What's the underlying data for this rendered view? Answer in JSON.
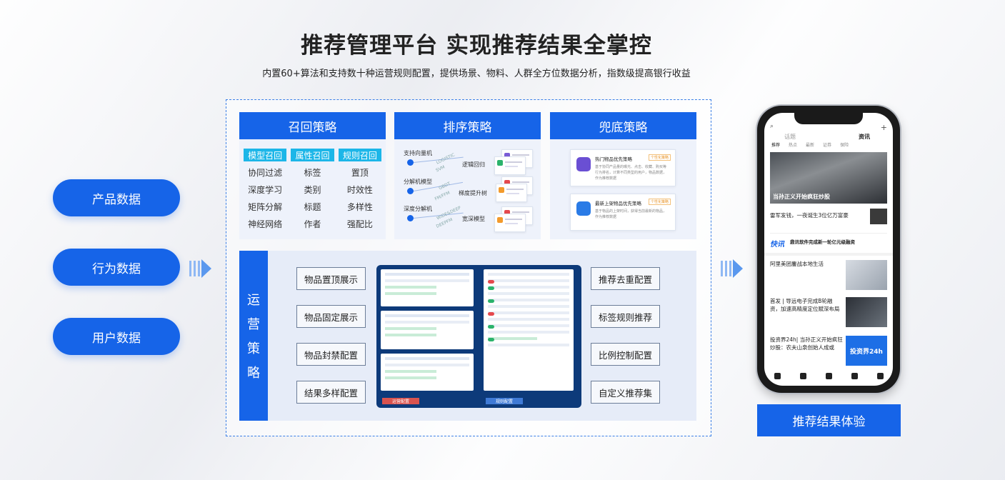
{
  "header": {
    "title": "推荐管理平台 实现推荐结果全掌控",
    "subtitle": "内置60+算法和支持数十种运营规则配置，提供场景、物料、人群全方位数据分析，指数级提高银行收益"
  },
  "data_sources": [
    "产品数据",
    "行为数据",
    "用户数据"
  ],
  "strategies": {
    "recall": {
      "title": "召回策略",
      "items": [
        "模型召回",
        "属性召回",
        "规则召回",
        "协同过滤",
        "标签",
        "置顶",
        "深度学习",
        "类别",
        "时效性",
        "矩阵分解",
        "标题",
        "多样性",
        "神经网络",
        "作者",
        "强配比"
      ],
      "highlighted_count": 3
    },
    "ranking": {
      "title": "排序策略",
      "left_labels": [
        "支持向量机",
        "分解机模型",
        "深度分解机"
      ],
      "right_labels": [
        "逻辑回归",
        "梯度提升树",
        "宽深模型"
      ],
      "tags": [
        "LOGISTIC",
        "SVM",
        "GBDT",
        "FM/FFM",
        "WIDE&DEEP",
        "DEEPFM"
      ]
    },
    "fallback": {
      "title": "兜底策略",
      "cards": [
        {
          "title": "热门物品优先策略",
          "tag": "个性化策略",
          "desc": "基于协同产品量的曝光、点击、收藏、购买等行为排名，计算不同类型的用户，物品数据，作为推荐数据"
        },
        {
          "title": "最新上架物品优先策略",
          "tag": "个性化策略",
          "desc": "基于物品的上架时间，获得当前最新的物品，作为推荐数据"
        }
      ]
    }
  },
  "operations": {
    "label_chars": [
      "运",
      "营",
      "策",
      "略"
    ],
    "left_buttons": [
      "物品置顶展示",
      "物品固定展示",
      "物品封禁配置",
      "结果多样配置"
    ],
    "right_buttons": [
      "推荐去重配置",
      "标签规则推荐",
      "比例控制配置",
      "自定义推荐集"
    ],
    "screen_tabs": [
      "运营配置",
      "规则配置"
    ]
  },
  "phone": {
    "top_left": "话题",
    "top_center": "资讯",
    "tabs": [
      "推荐",
      "热点",
      "最新",
      "证券",
      "保险"
    ],
    "hero_caption": "当孙正义开始疯狂炒股",
    "news": [
      "雷军发钱，一夜诞生3位亿万富豪",
      "鼎讯软件完成新一轮亿元级融资",
      "阿里美团鏖战本地生活",
      "首发 | 导远电子完成B轮融资，加速高精度定位赋深布局",
      "投资界24h| 当孙正义开始疯狂炒股：农夫山泉创始人成或"
    ],
    "news_brand": "快讯",
    "thumb_brand": "投资界24h"
  },
  "experience_button": "推荐结果体验",
  "colors": {
    "primary": "#1664e8",
    "highlight": "#1cb6e8",
    "panel": "#eef2fb"
  }
}
